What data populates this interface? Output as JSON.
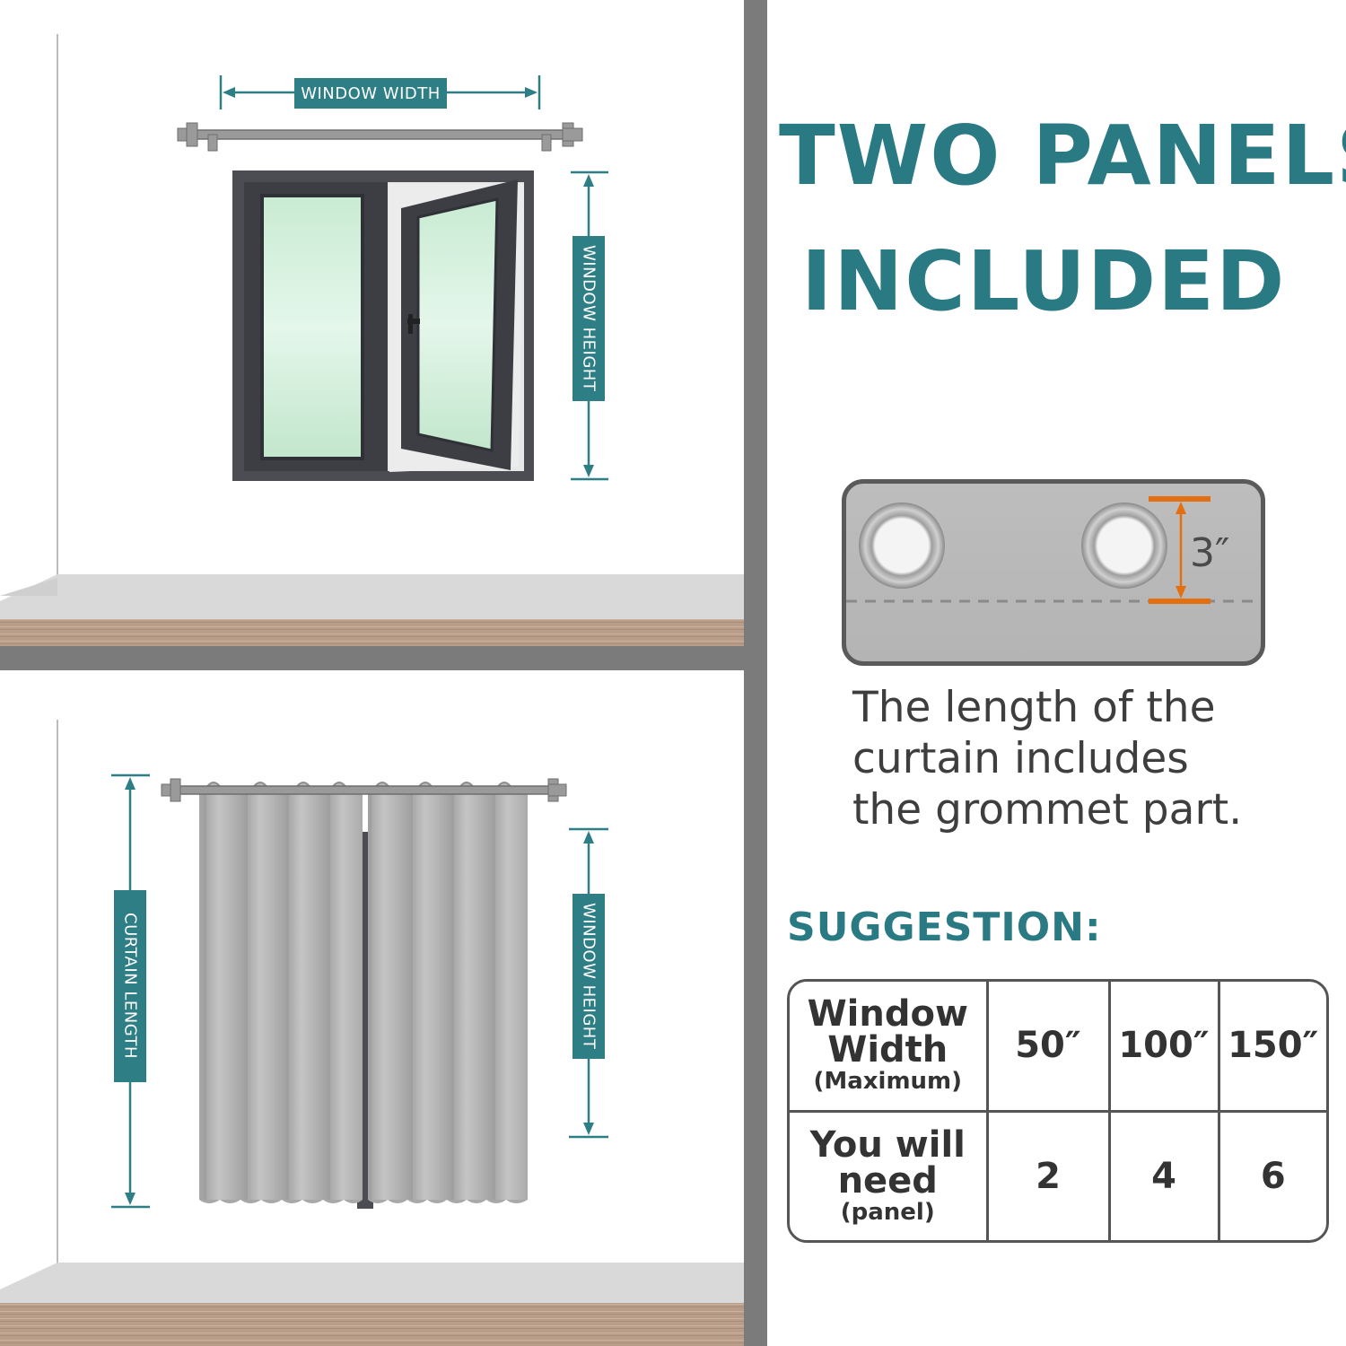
{
  "diagram_top": {
    "width_label": "WINDOW WIDTH",
    "height_label": "WINDOW HEIGHT"
  },
  "diagram_bottom": {
    "curtain_length_label": "CURTAIN LENGTH",
    "height_label": "WINDOW HEIGHT"
  },
  "headline": {
    "line1": "TWO PANELS",
    "line2": "INCLUDED"
  },
  "grommet": {
    "measure": "3″"
  },
  "note": {
    "line1": "The length of the",
    "line2": "curtain includes",
    "line3": "the grommet part."
  },
  "suggestion": {
    "title": "SUGGESTION:",
    "row1_header": {
      "line1": "Window",
      "line2": "Width",
      "sub": "(Maximum)"
    },
    "row2_header": {
      "line1": "You will",
      "line2": "need",
      "sub": "(panel)"
    },
    "widths": [
      "50″",
      "100″",
      "150″"
    ],
    "panels": [
      "2",
      "4",
      "6"
    ]
  },
  "colors": {
    "accent": "#2a7a84",
    "label_bg": "#2e7e86",
    "divider": "#7b7b7b",
    "frame": "#4a4c52",
    "glass": "#d6f0de",
    "curtain": "#b8b8b8",
    "floor": "#b79d88",
    "orange": "#e36f10"
  }
}
